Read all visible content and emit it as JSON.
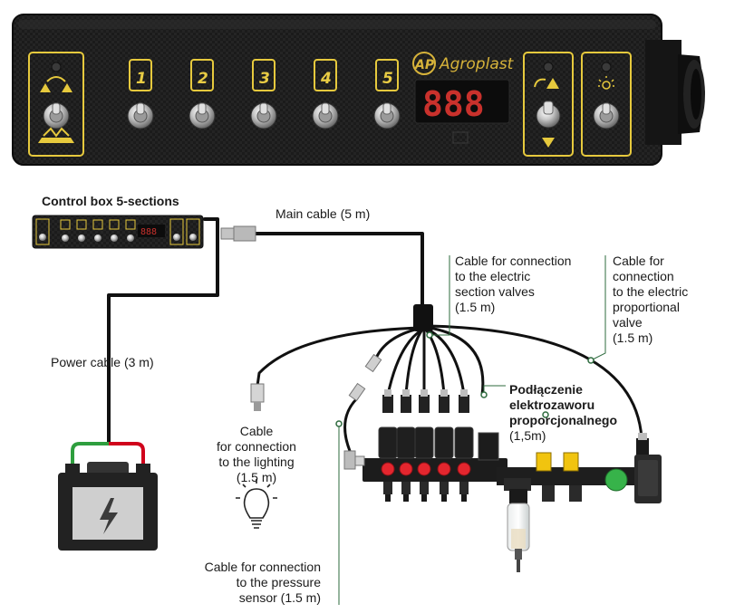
{
  "brand": "Agroplast",
  "brand_monogram": "AP",
  "display_value": "888",
  "sections": [
    "1",
    "2",
    "3",
    "4",
    "5"
  ],
  "labels": {
    "control_box": "Control box 5-sections",
    "main_cable": {
      "name": "Main cable",
      "len": "(5 m)"
    },
    "power_cable": {
      "name": "Power cable",
      "len": "(3 m)"
    },
    "section_valves": [
      "Cable for connection",
      "to the electric",
      "section valves",
      "(1.5 m)"
    ],
    "proportional_valve": [
      "Cable for",
      "connection",
      "to the electric",
      "proportional",
      "valve",
      "(1.5 m)"
    ],
    "polish_label": [
      "Podłączenie",
      "elektrozaworu",
      "proporcjonalnego",
      "(1,5m)"
    ],
    "lighting": [
      "Cable",
      "for connection",
      "to the lighting",
      "(1.5 m)"
    ],
    "pressure_sensor": [
      "Cable for connection",
      "to the pressure",
      "sensor (1.5 m)"
    ]
  },
  "colors": {
    "panel": "#1c1c1c",
    "yellow": "#e6c93d",
    "display_red": "#c9312c",
    "valve_red": "#e4262e",
    "valve_yellow": "#f1c40f",
    "valve_green": "#37b34a",
    "battery_pos": "#d0021b",
    "battery_neg": "#2e9e3e",
    "leader": "#2e6b3e"
  },
  "icons": [
    "boom-fold-icon",
    "boom-tilt-icon",
    "up-arrow-icon",
    "down-arrow-icon",
    "light-icon",
    "lightning-icon",
    "bulb-icon"
  ]
}
